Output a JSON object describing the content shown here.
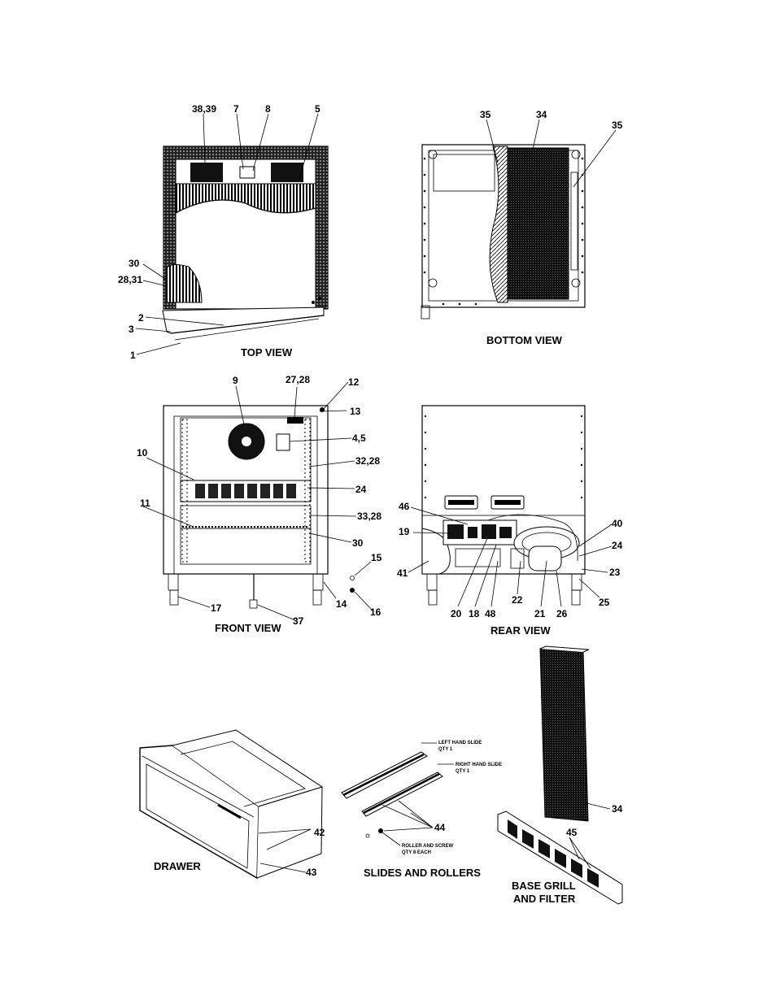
{
  "captions": {
    "top_view": "TOP VIEW",
    "bottom_view": "BOTTOM VIEW",
    "front_view": "FRONT VIEW",
    "rear_view": "REAR VIEW",
    "drawer": "DRAWER",
    "slides_and_rollers": "SLIDES AND ROLLERS",
    "base_grill_1": "BASE GRILL",
    "base_grill_2": "AND FILTER"
  },
  "notes": {
    "left_slide_1": "LEFT HAND SLIDE",
    "left_slide_2": "QTY 1",
    "right_slide_1": "RIGHT HAND SLIDE",
    "right_slide_2": "QTY 1",
    "roller_1": "ROLLER AND SCREW",
    "roller_2": "QTY 8 EACH"
  },
  "callouts": {
    "top": {
      "c38_39": "38,39",
      "c7": "7",
      "c8": "8",
      "c5": "5",
      "c30": "30",
      "c28_31": "28,31",
      "c2": "2",
      "c3": "3",
      "c1": "1"
    },
    "bottom": {
      "c35a": "35",
      "c34": "34",
      "c35b": "35"
    },
    "front": {
      "c9": "9",
      "c27_28": "27,28",
      "c12": "12",
      "c13": "13",
      "c4_5": "4,5",
      "c10": "10",
      "c32_28": "32,28",
      "c24": "24",
      "c11": "11",
      "c33_28": "33,28",
      "c30": "30",
      "c15": "15",
      "c17": "17",
      "c37": "37",
      "c14": "14",
      "c16": "16"
    },
    "rear": {
      "c46": "46",
      "c19": "19",
      "c41": "41",
      "c40": "40",
      "c24": "24",
      "c23": "23",
      "c25": "25",
      "c20": "20",
      "c18": "18",
      "c48": "48",
      "c22": "22",
      "c21": "21",
      "c26": "26"
    },
    "parts": {
      "c42": "42",
      "c43": "43",
      "c44": "44",
      "c34": "34",
      "c45": "45"
    }
  }
}
